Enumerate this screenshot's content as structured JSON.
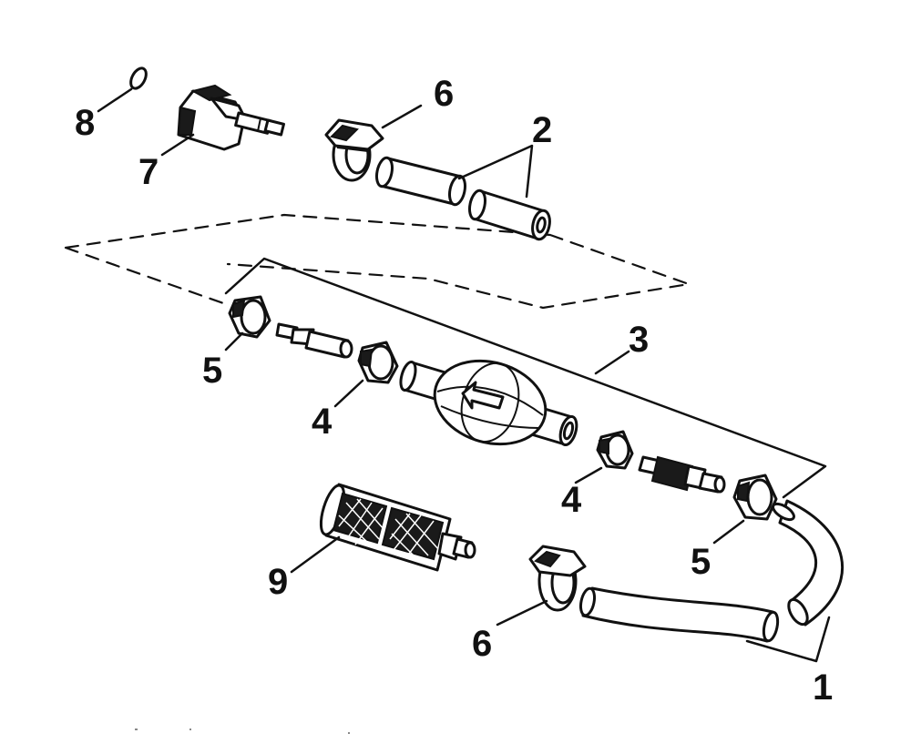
{
  "diagram": {
    "callouts": {
      "n1": "1",
      "n2": "2",
      "n3": "3",
      "n4a": "4",
      "n4b": "4",
      "n5a": "5",
      "n5b": "5",
      "n6a": "6",
      "n6b": "6",
      "n7": "7",
      "n8": "8",
      "n9": "9"
    }
  },
  "colors": {
    "ink": "#111111",
    "paper": "#ffffff"
  }
}
